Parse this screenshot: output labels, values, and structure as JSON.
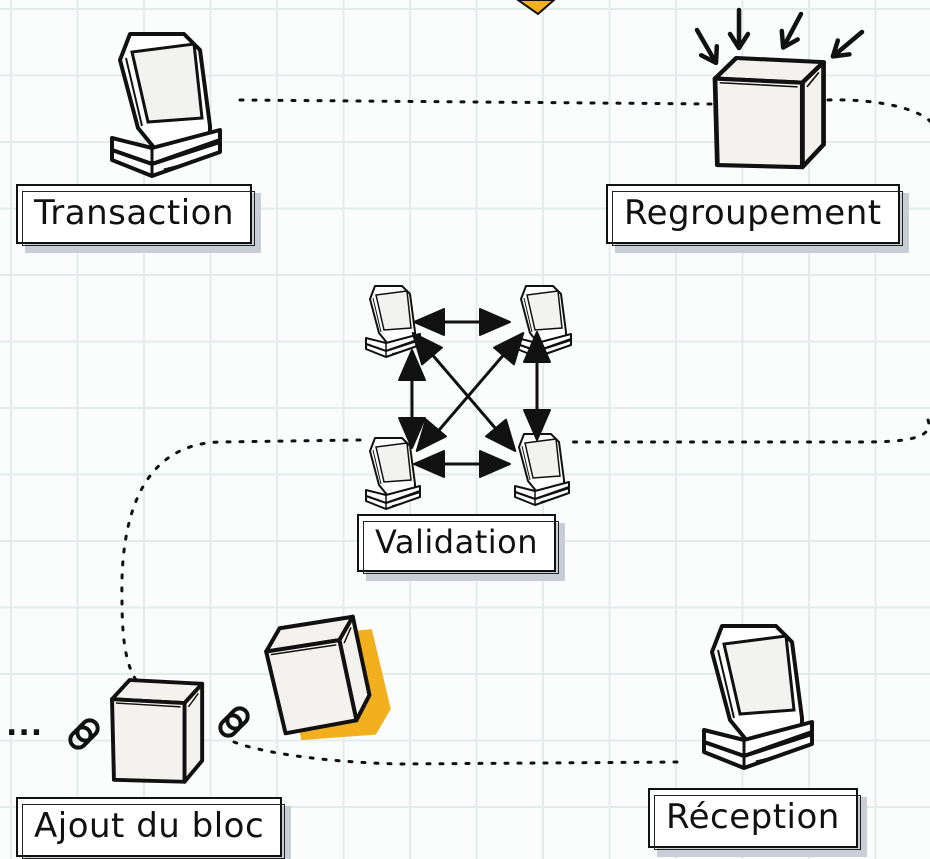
{
  "steps": {
    "transaction": "Transaction",
    "regroupement": "Regroupement",
    "validation": "Validation",
    "ajout": "Ajout du bloc",
    "reception": "Réception"
  },
  "chain_ellipsis": "...",
  "colors": {
    "ink": "#111111",
    "cube_face": "#f3f2ef",
    "accent": "#f2b01e",
    "shadow": "#c9ced6",
    "grid": "#e3ebeb"
  },
  "icons": [
    "computer-icon",
    "cube-icon",
    "chain-link-icon",
    "arrow-icon",
    "network-icon"
  ]
}
